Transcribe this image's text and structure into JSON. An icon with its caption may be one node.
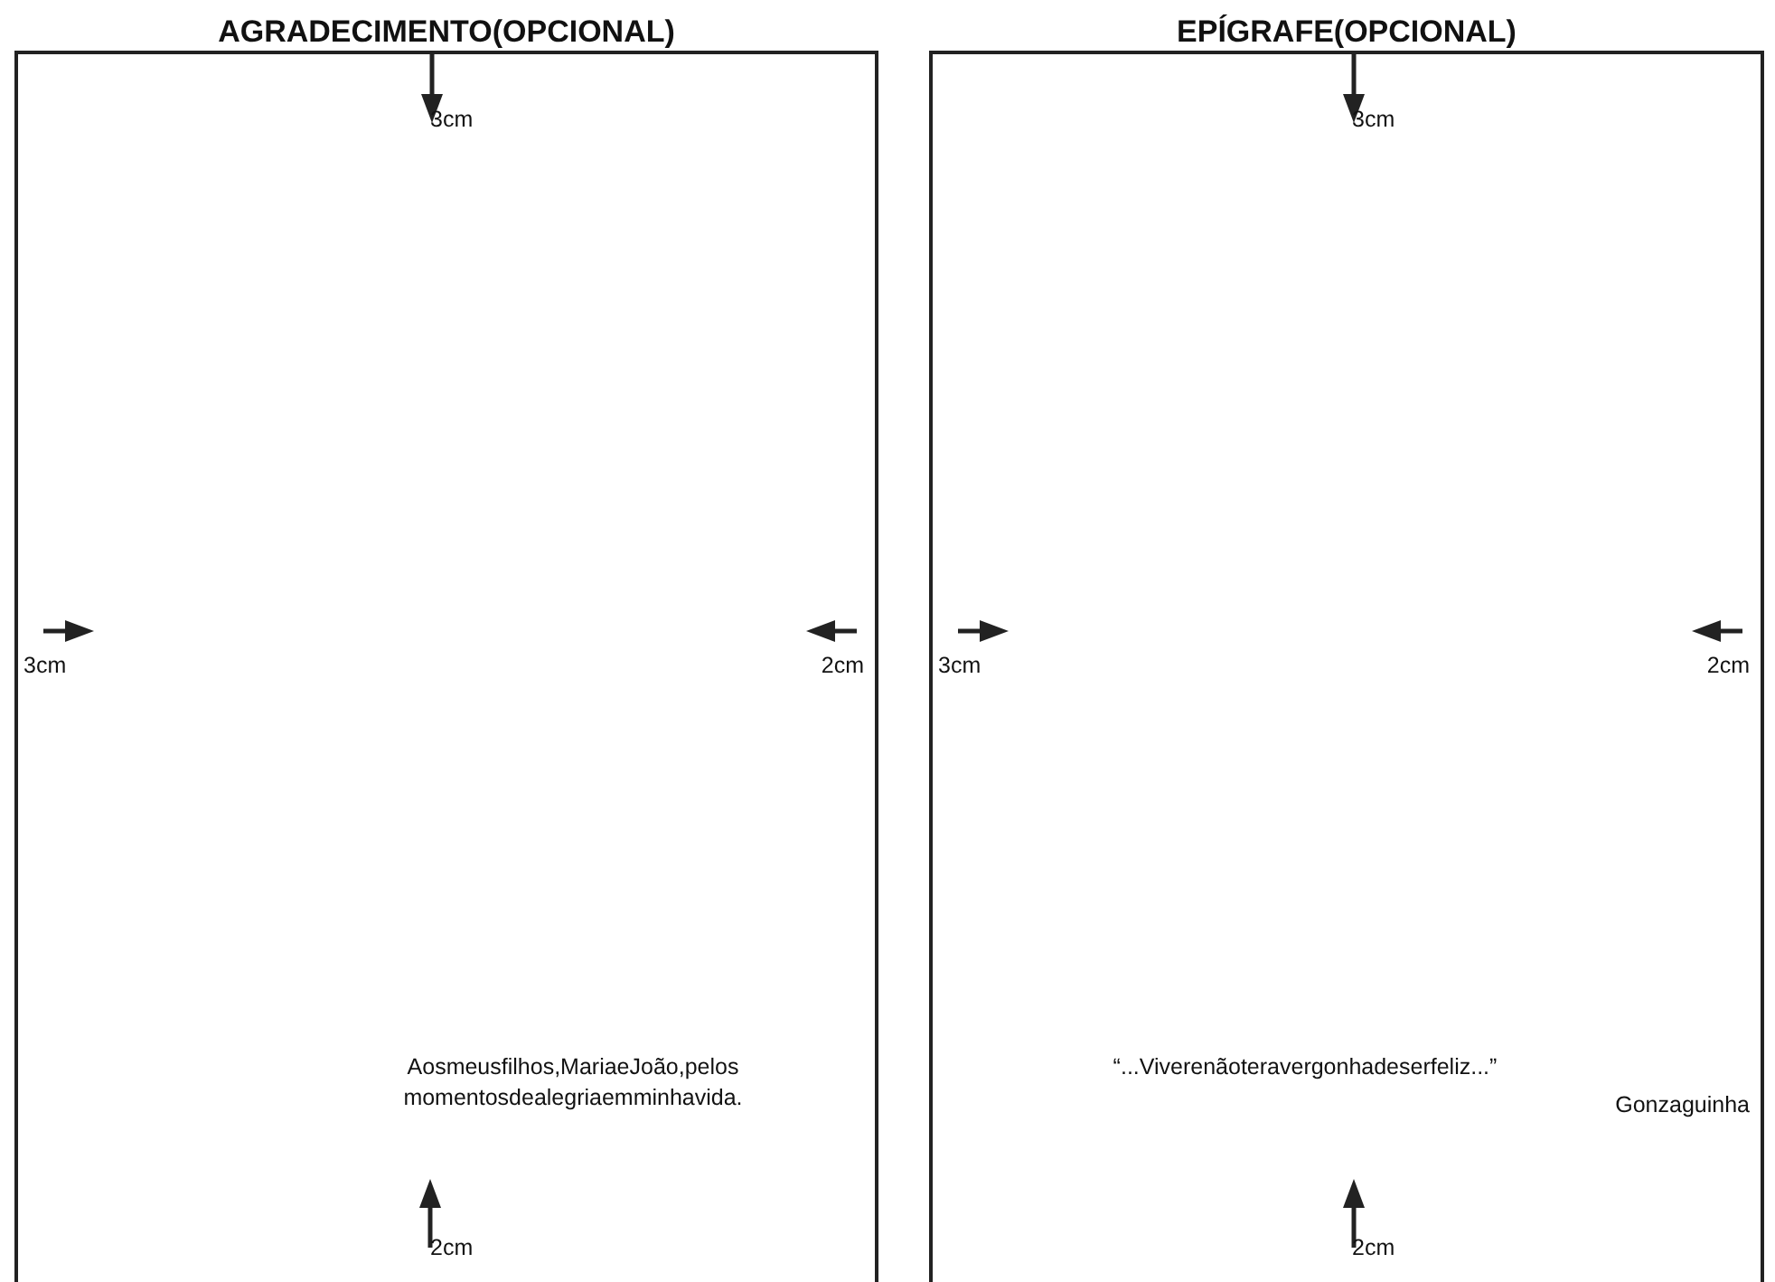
{
  "diagram": {
    "nodes": [
      {
        "text": [
          "AGRADECIMENTO(OPCIONAL)"
        ]
      },
      {
        "text": [
          "EPÍGRAFE(OPCIONAL)"
        ]
      }
    ],
    "labels": [
      "3cm",
      "3cm",
      "2cm",
      "Aosmeusfilhos,MariaeJoão,pelos momentosdealegriaemminhavida.",
      "2cm",
      "3cm",
      "3cm",
      "2cm",
      "“...Viverenãoteravergonhadeserfeliz...”",
      "Gonzaguinha",
      "2cm"
    ]
  }
}
